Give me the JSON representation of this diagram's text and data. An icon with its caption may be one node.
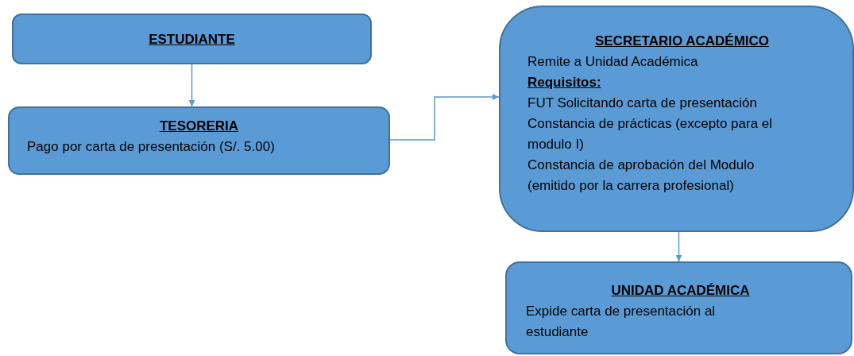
{
  "diagram": {
    "nodes": [
      {
        "text": [
          "ESTUDIANTE"
        ]
      },
      {
        "text": [
          "TESORERIA",
          "Pago por carta de presentación (S/. 5.00)"
        ]
      },
      {
        "text": [
          "SECRETARIO ACADÉMICO",
          "Remite a Unidad Académica",
          "Requisitos:",
          "FUT Solicitando carta de presentación",
          "Constancia de prácticas (excepto para el modulo I)",
          "Constancia de aprobación del Modulo (emitido por la carrera profesional)"
        ]
      },
      {
        "text": [
          "UNIDAD ACADÉMICA",
          "Expide carta de presentación al estudiante"
        ]
      }
    ],
    "edges": [
      {
        "from": 0,
        "to": 1,
        "arrow": "to"
      },
      {
        "from": 1,
        "to": 2,
        "arrow": "to"
      },
      {
        "from": 2,
        "to": 3,
        "arrow": "to"
      }
    ]
  }
}
